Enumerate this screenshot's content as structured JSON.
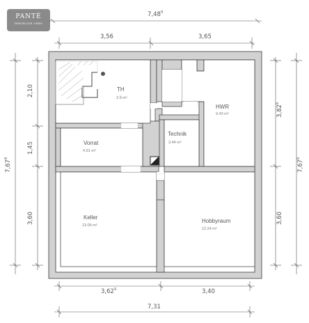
{
  "logo": {
    "brand": "PANTÉ",
    "tagline": "IMMOBILIEN GMBH"
  },
  "dimensions": {
    "top_total": "7,48",
    "top_total_sup": "5",
    "top_left": "3,56",
    "top_right": "3,65",
    "bottom_left": "3,62",
    "bottom_left_sup": "5",
    "bottom_right": "3,40",
    "bottom_total": "7,31",
    "left_top": "2,10",
    "left_mid": "1,45",
    "left_bottom": "3,60",
    "left_total": "7,67",
    "left_total_sup": "6",
    "right_top": "3,82",
    "right_top_sup": "6",
    "right_bottom": "3,60",
    "right_total": "7,67",
    "right_total_sup": "6"
  },
  "rooms": {
    "th": {
      "name": "TH",
      "area": "3.9́ m²"
    },
    "hwr": {
      "name": "HWR",
      "area": "9.43 m²"
    },
    "technik": {
      "name": "Technik",
      "area": "3.44 m²"
    },
    "vorrat": {
      "name": "Vorrat",
      "area": "4.91 m²"
    },
    "keller": {
      "name": "Keller",
      "area": "13.05 m²"
    },
    "hobbyraum": {
      "name": "Hobbyraum",
      "area": "12.24 m²"
    }
  },
  "colors": {
    "wall_fill": "#d2d2d2",
    "wall_stroke": "#333333",
    "dim_line": "#555555",
    "logo_bg": "#8a8a8a"
  }
}
